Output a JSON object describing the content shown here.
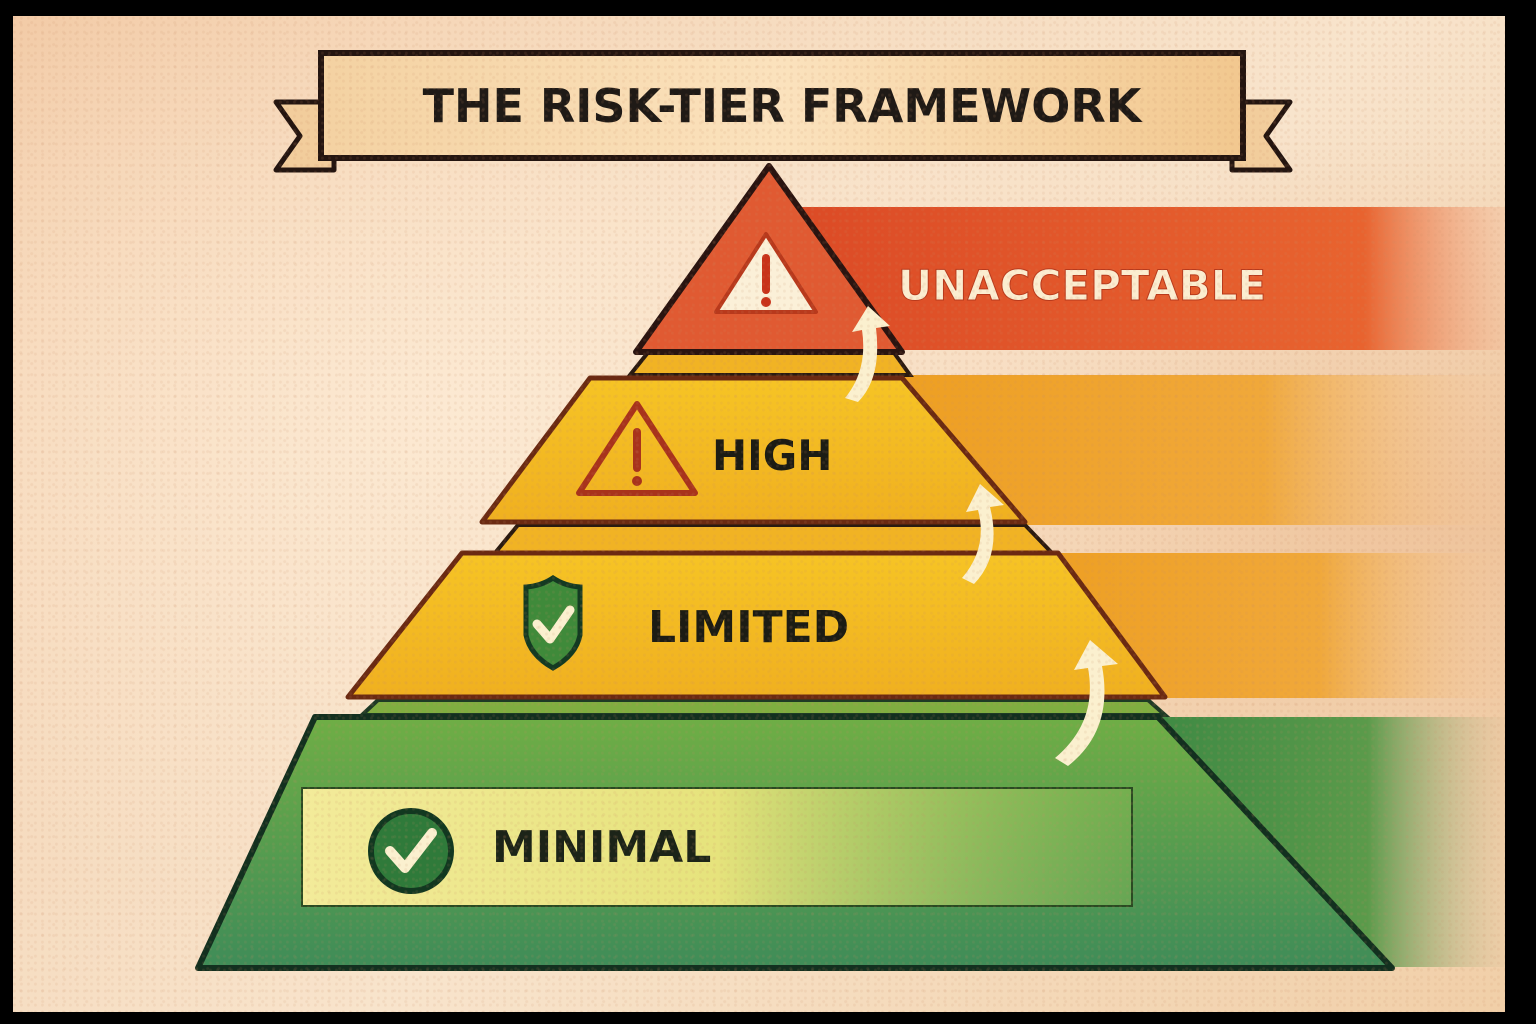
{
  "title": "THE RISK-TIER FRAMEWORK",
  "tiers": [
    {
      "label": "UNACCEPTABLE",
      "icon": "warning-triangle-icon",
      "color": "#e0552e",
      "band_color": "#e2532b",
      "level": 4
    },
    {
      "label": "HIGH",
      "icon": "warning-triangle-outline-icon",
      "color": "#f3b21f",
      "band_color": "#f0a52a",
      "level": 3
    },
    {
      "label": "LIMITED",
      "icon": "shield-check-icon",
      "color": "#f4c024",
      "band_color": "#eeaa2e",
      "level": 2
    },
    {
      "label": "MINIMAL",
      "icon": "check-circle-icon",
      "color": "#4f9a45",
      "band_color": "#4e9646",
      "level": 1
    }
  ],
  "arrows": {
    "icon": "curved-up-arrow-icon",
    "count": 3,
    "meaning": "escalation between tiers"
  },
  "colors": {
    "outline": "#2a1a10",
    "cream": "#fbf0cf",
    "background": "#f6dcc0"
  }
}
